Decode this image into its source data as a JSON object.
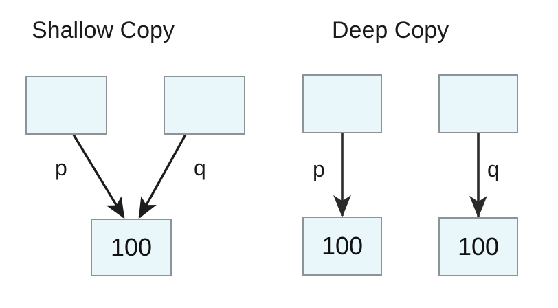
{
  "diagram": {
    "title_left": "Shallow Copy",
    "title_right": "Deep Copy",
    "panels": [
      {
        "id": "shallow-copy",
        "title": "Shallow Copy",
        "pointer_boxes": [
          {
            "id": "shallow-p-box",
            "label": ""
          },
          {
            "id": "shallow-q-box",
            "label": ""
          }
        ],
        "value_boxes": [
          {
            "id": "shallow-shared-value",
            "value": "100"
          }
        ],
        "edges": [
          {
            "id": "shallow-edge-p",
            "label": "p",
            "from": "shallow-p-box",
            "to": "shallow-shared-value"
          },
          {
            "id": "shallow-edge-q",
            "label": "q",
            "from": "shallow-q-box",
            "to": "shallow-shared-value"
          }
        ]
      },
      {
        "id": "deep-copy",
        "title": "Deep Copy",
        "pointer_boxes": [
          {
            "id": "deep-p-box",
            "label": ""
          },
          {
            "id": "deep-q-box",
            "label": ""
          }
        ],
        "value_boxes": [
          {
            "id": "deep-p-value",
            "value": "100"
          },
          {
            "id": "deep-q-value",
            "value": "100"
          }
        ],
        "edges": [
          {
            "id": "deep-edge-p",
            "label": "p",
            "from": "deep-p-box",
            "to": "deep-p-value"
          },
          {
            "id": "deep-edge-q",
            "label": "q",
            "from": "deep-q-box",
            "to": "deep-q-value"
          }
        ]
      }
    ],
    "colors": {
      "box_fill": "#eaf7fa",
      "box_border": "#8a9499",
      "arrow": "#222222",
      "text": "#1a1a1a",
      "background": "#ffffff"
    }
  }
}
